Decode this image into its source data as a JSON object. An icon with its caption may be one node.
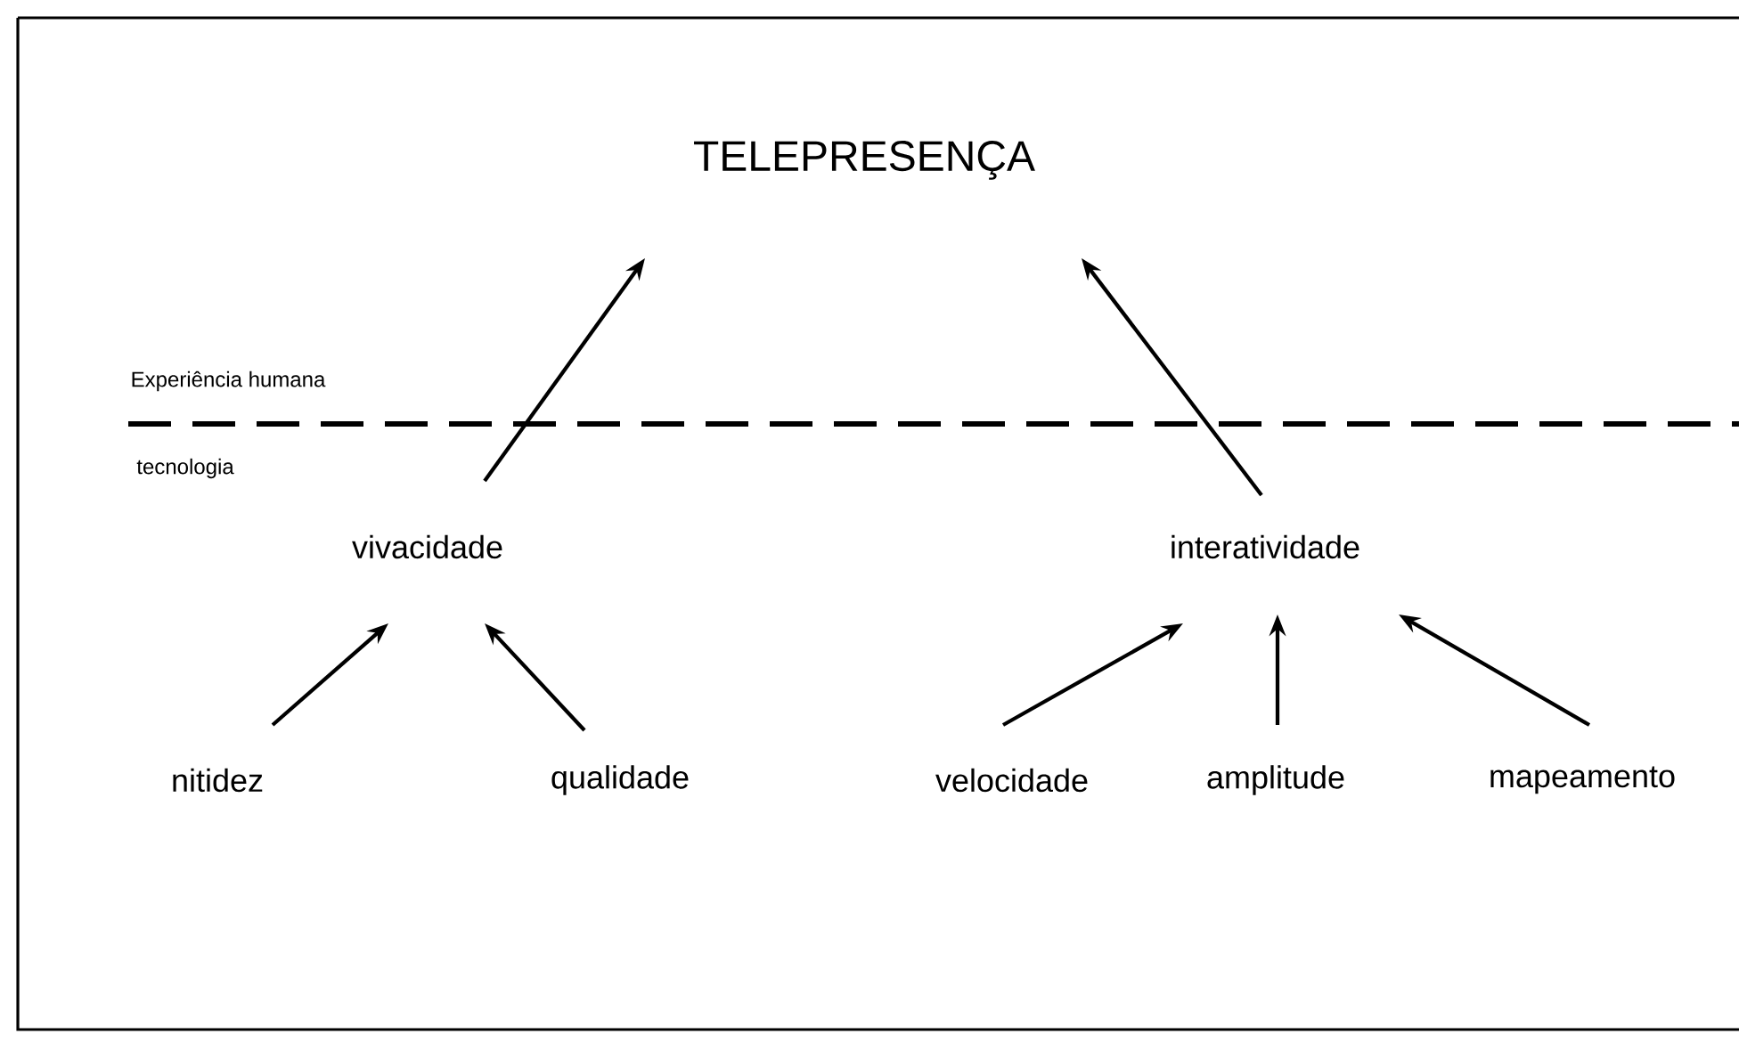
{
  "diagram": {
    "nodes": [
      {
        "text": [
          "TELEPRESENÇA"
        ]
      },
      {
        "text": [
          "vivacidade"
        ]
      },
      {
        "text": [
          "interatividade"
        ]
      },
      {
        "text": [
          "nitidez"
        ]
      },
      {
        "text": [
          "qualidade"
        ]
      },
      {
        "text": [
          "velocidade"
        ]
      },
      {
        "text": [
          "amplitude"
        ]
      },
      {
        "text": [
          "mapeamento"
        ]
      }
    ],
    "edges": [
      {
        "from": 1,
        "to": 0,
        "arrow": "to"
      },
      {
        "from": 2,
        "to": 0,
        "arrow": "to"
      },
      {
        "from": 3,
        "to": 1,
        "arrow": "to"
      },
      {
        "from": 4,
        "to": 1,
        "arrow": "to"
      },
      {
        "from": 5,
        "to": 2,
        "arrow": "to"
      },
      {
        "from": 6,
        "to": 2,
        "arrow": "to"
      },
      {
        "from": 7,
        "to": 2,
        "arrow": "to"
      }
    ],
    "labels": [
      "Experiência humana",
      "tecnologia"
    ]
  }
}
